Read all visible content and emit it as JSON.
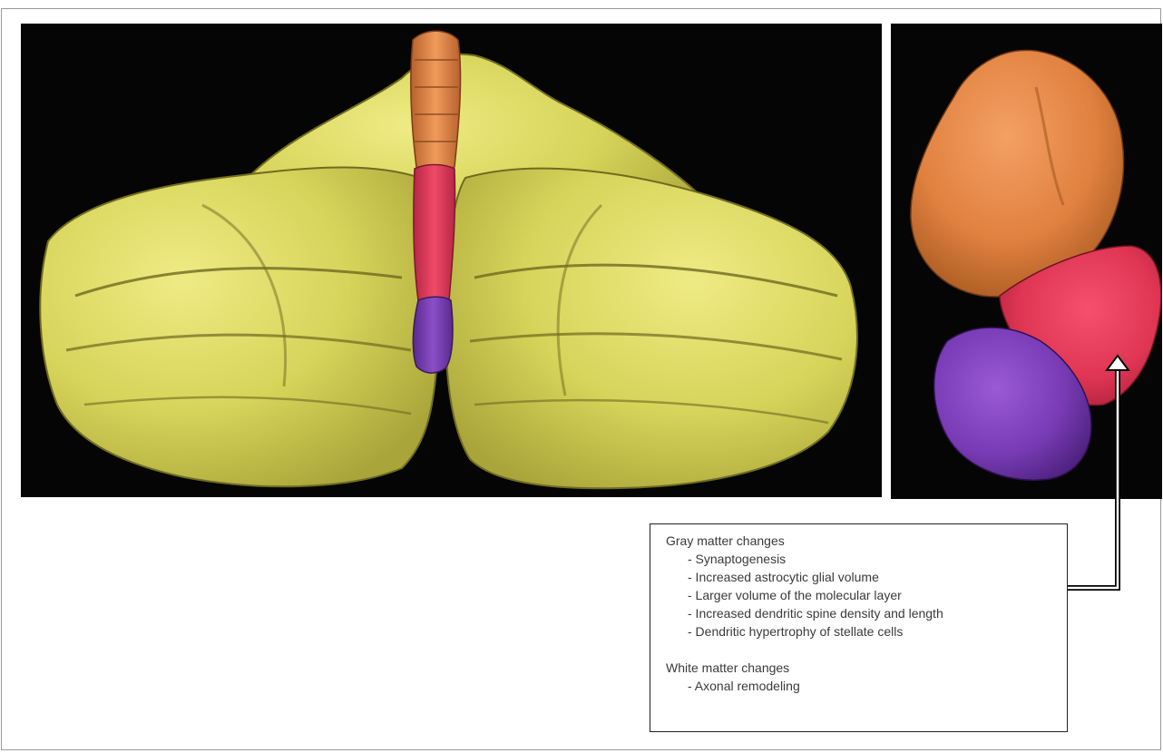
{
  "figure": {
    "left_panel": {
      "description_icon": "cerebellum-3d-render-icon"
    },
    "right_panel": {
      "description_icon": "vermis-segments-3d-render-icon"
    },
    "colors": {
      "panel_background": "#050505",
      "hemisphere": "#d9d65c",
      "segment_orange": "#e8874a",
      "segment_red": "#e63d5b",
      "segment_purple": "#7d3fb8"
    }
  },
  "annotation": {
    "gray_matter": {
      "heading": "Gray matter changes",
      "items": [
        "- Synaptogenesis",
        "- Increased astrocytic glial volume",
        "- Larger volume of the molecular layer",
        "- Increased dendritic spine density and length",
        "- Dendritic hypertrophy of stellate cells"
      ]
    },
    "white_matter": {
      "heading": "White matter changes",
      "items": [
        "- Axonal remodeling"
      ]
    }
  }
}
